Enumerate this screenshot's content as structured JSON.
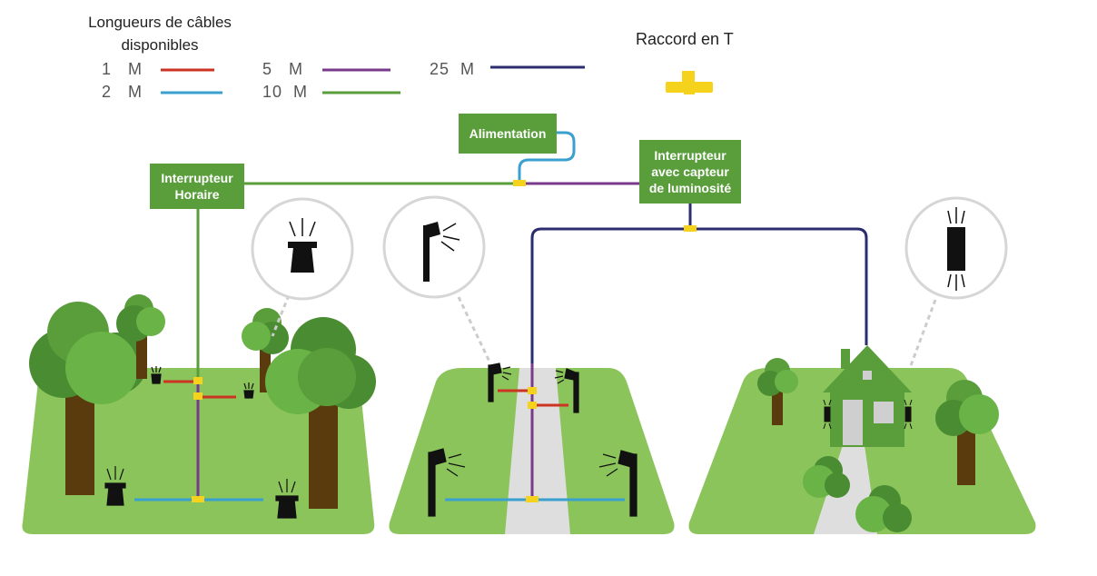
{
  "legend": {
    "title_line1": "Longueurs de câbles",
    "title_line2": "disponibles",
    "items": [
      {
        "label": "1   M",
        "color": "#cc3322"
      },
      {
        "label": "2   M",
        "color": "#3aa0d0"
      },
      {
        "label": "5   M",
        "color": "#7a3a8a"
      },
      {
        "label": "10  M",
        "color": "#5a9e3c"
      },
      {
        "label": "25  M",
        "color": "#2b2d6e"
      }
    ]
  },
  "tee": {
    "title": "Raccord en T",
    "icon": "yellow-tee-connector-icon",
    "color": "#f5d21c"
  },
  "boxes": {
    "alimentation": "Alimentation",
    "timer_line1": "Interrupteur",
    "timer_line2": "Horaire",
    "sensor_line1": "Interrupteur",
    "sensor_line2": "avec capteur",
    "sensor_line3": "de luminosité"
  },
  "colors": {
    "box_green": "#5a9e3c",
    "grass": "#8bc45a",
    "path": "#dedede",
    "tree_dark": "#4a8c32",
    "tree_light": "#6ab346",
    "trunk": "#5a3b0d",
    "house": "#5a9e3c"
  }
}
